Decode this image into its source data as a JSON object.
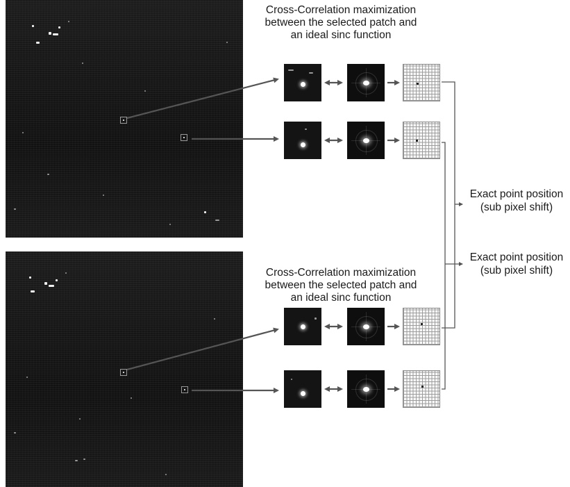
{
  "captions": {
    "top": {
      "line1": "Cross-Correlation maximization",
      "line2": "between the selected patch and",
      "line3": "an ideal sinc function"
    },
    "bottom": {
      "line1": "Cross-Correlation maximization",
      "line2": "between the selected patch and",
      "line3": "an ideal sinc function"
    }
  },
  "results": [
    {
      "line1": "Exact point position",
      "line2": "(sub pixel shift)"
    },
    {
      "line1": "Exact point position",
      "line2": "(sub pixel shift)"
    }
  ],
  "colors": {
    "sar_background": "#161616",
    "arrow": "#555555",
    "text": "#1a1a1a"
  }
}
